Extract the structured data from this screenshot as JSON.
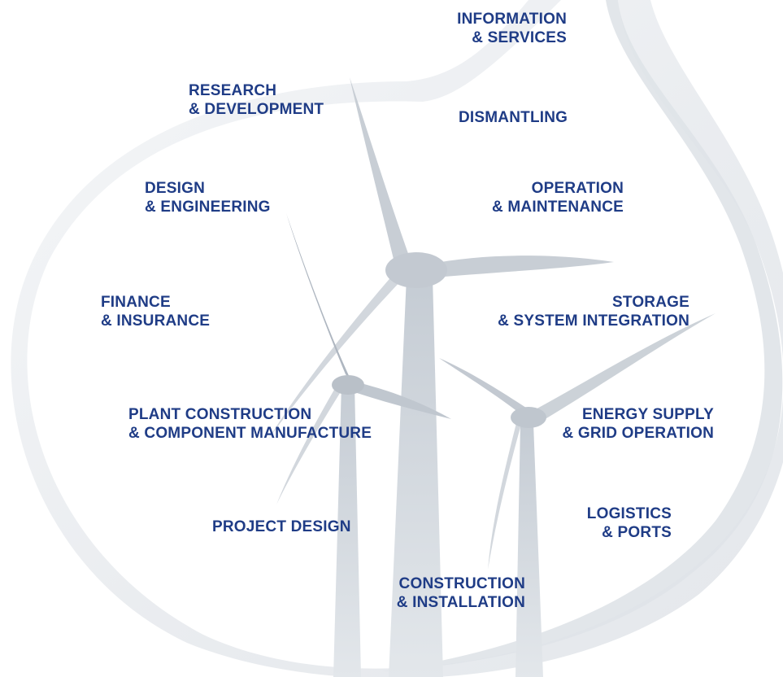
{
  "labels": {
    "information_services": [
      "INFORMATION",
      "& SERVICES"
    ],
    "research_development": [
      "RESEARCH",
      "& DEVELOPMENT"
    ],
    "dismantling": [
      "DISMANTLING"
    ],
    "design_engineering": [
      "DESIGN",
      "& ENGINEERING"
    ],
    "operation_maintenance": [
      "OPERATION",
      "& MAINTENANCE"
    ],
    "finance_insurance": [
      "FINANCE",
      "& INSURANCE"
    ],
    "storage_system_integration": [
      "STORAGE",
      "& SYSTEM INTEGRATION"
    ],
    "plant_construction": [
      "PLANT CONSTRUCTION",
      "& COMPONENT MANUFACTURE"
    ],
    "energy_supply_grid": [
      "ENERGY SUPPLY",
      "& GRID OPERATION"
    ],
    "project_design": [
      "PROJECT DESIGN"
    ],
    "logistics_ports": [
      "LOGISTICS",
      "& PORTS"
    ],
    "construction_installation": [
      "CONSTRUCTION",
      "& INSTALLATION"
    ]
  },
  "colors": {
    "label_text": "#1f3c86",
    "turbine": "#cdd3da",
    "swoosh": "#e9ecef"
  },
  "icons": [
    "swoosh-background",
    "wind-turbine-large",
    "wind-turbine-left",
    "wind-turbine-right"
  ]
}
